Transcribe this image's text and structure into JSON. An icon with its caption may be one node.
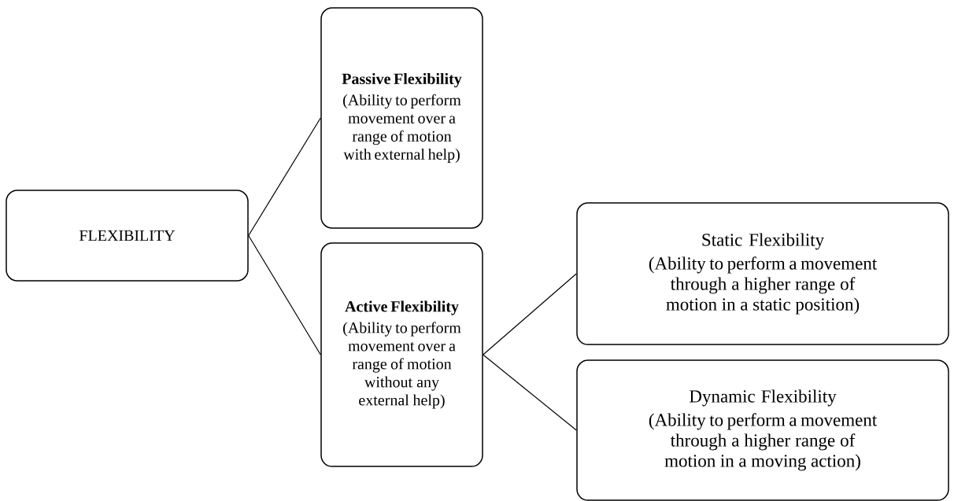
{
  "diagram": {
    "nodes": [
      {
        "text": [
          "FLEXIBILITY"
        ]
      },
      {
        "text": [
          "Passive Flexibility",
          "(Ability to perform movement over a range of motion with external help)"
        ]
      },
      {
        "text": [
          "Active Flexibility",
          "(Ability to perform movement over a range of motion without any external help)"
        ]
      },
      {
        "text": [
          "Static Flexibility",
          "(Ability to perform a movement through a higher range of motion in a static position)"
        ]
      },
      {
        "text": [
          "Dynamic Flexibility",
          "(Ability to perform a movement through a higher range of motion in a moving action)"
        ]
      }
    ],
    "edges": [
      {
        "from": 0,
        "to": 1,
        "arrow": "none"
      },
      {
        "from": 0,
        "to": 2,
        "arrow": "none"
      },
      {
        "from": 2,
        "to": 3,
        "arrow": "none"
      },
      {
        "from": 2,
        "to": 4,
        "arrow": "none"
      }
    ]
  }
}
